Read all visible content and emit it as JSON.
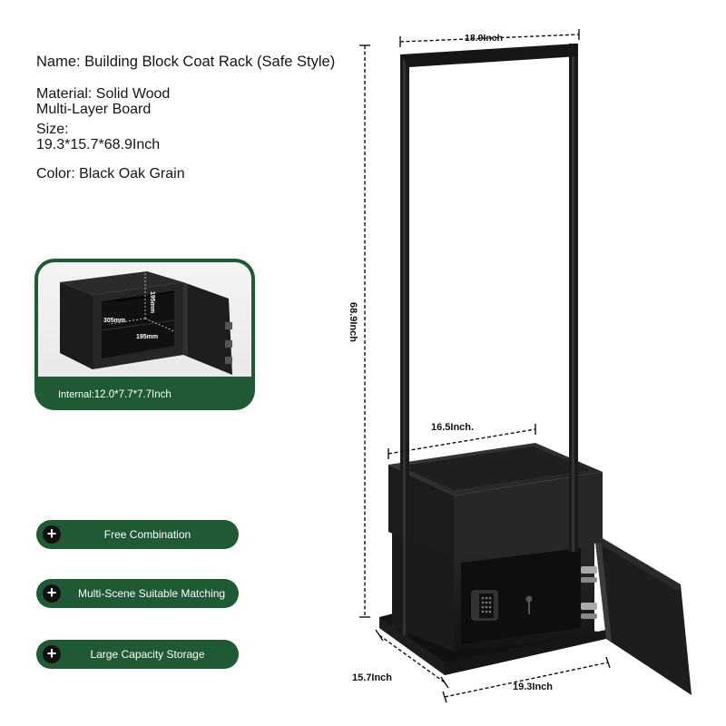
{
  "specs": {
    "name": "Name: Building Block Coat Rack (Safe Style)",
    "material_line1": "Material: Solid Wood",
    "material_line2": "Multi-Layer Board",
    "size_label": "Size:",
    "size_value": "19.3*15.7*68.9Inch",
    "color": "Color: Black Oak Grain"
  },
  "inset": {
    "caption_label": "Internal:",
    "caption_value": "12.0*7.7*7.7Inch",
    "dim_width": "305mm",
    "dim_depth": "195mm",
    "dim_height": "195mm"
  },
  "features": [
    {
      "label": "Free Combination"
    },
    {
      "label": "Multi-Scene Suitable Matching"
    },
    {
      "label": "Large Capacity Storage"
    }
  ],
  "dimensions": {
    "top_width": "18.9Inch",
    "height": "68.9Inch",
    "cabinet_width": "16.5Inch.",
    "base_depth": "15.7Inch",
    "base_width": "19.3Inch"
  },
  "colors": {
    "accent_green": "#1f5a34",
    "product_black": "#1a1a1a"
  }
}
